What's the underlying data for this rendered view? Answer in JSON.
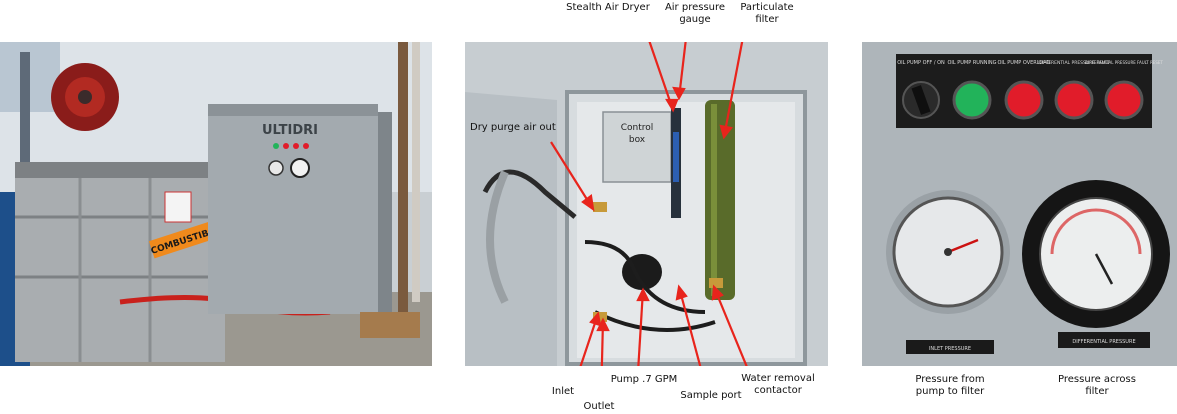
{
  "photo1": {
    "unit_brand": "ULTIDRI",
    "tank_label": "COMBUSTIBLE"
  },
  "photo2": {
    "panel_box_text": "Control box",
    "labels": {
      "stealth_air_dryer": "Stealth Air Dryer",
      "air_pressure_gauge": "Air pressure gauge",
      "particulate_filter": "Particulate filter",
      "dry_purge_air_out": "Dry purge air out",
      "control_box": "Control box",
      "inlet": "Inlet",
      "outlet": "Outlet",
      "pump": "Pump .7 GPM",
      "sample_port": "Sample port",
      "water_removal_contactor": "Water removal contactor"
    },
    "arrow_color": "#e8241c"
  },
  "photo3": {
    "indicators": [
      {
        "label": "OIL PUMP OFF / ON",
        "color": "#1a1a1a"
      },
      {
        "label": "OIL PUMP RUNNING",
        "color": "#22b35a"
      },
      {
        "label": "OIL PUMP OVERLOAD",
        "color": "#e11c2a"
      },
      {
        "label": "DIFFERENTIAL PRESSURE FAULT",
        "color": "#e11c2a"
      },
      {
        "label": "DIFFERENTIAL PRESSURE FAULT RESET",
        "color": "#e11c2a"
      }
    ],
    "plate_left": "INLET PRESSURE",
    "plate_right": "DIFFERENTIAL PRESSURE"
  },
  "captions": {
    "pressure_pump_to_filter": "Pressure from pump to filter",
    "pressure_across_filter": "Pressure across filter"
  }
}
